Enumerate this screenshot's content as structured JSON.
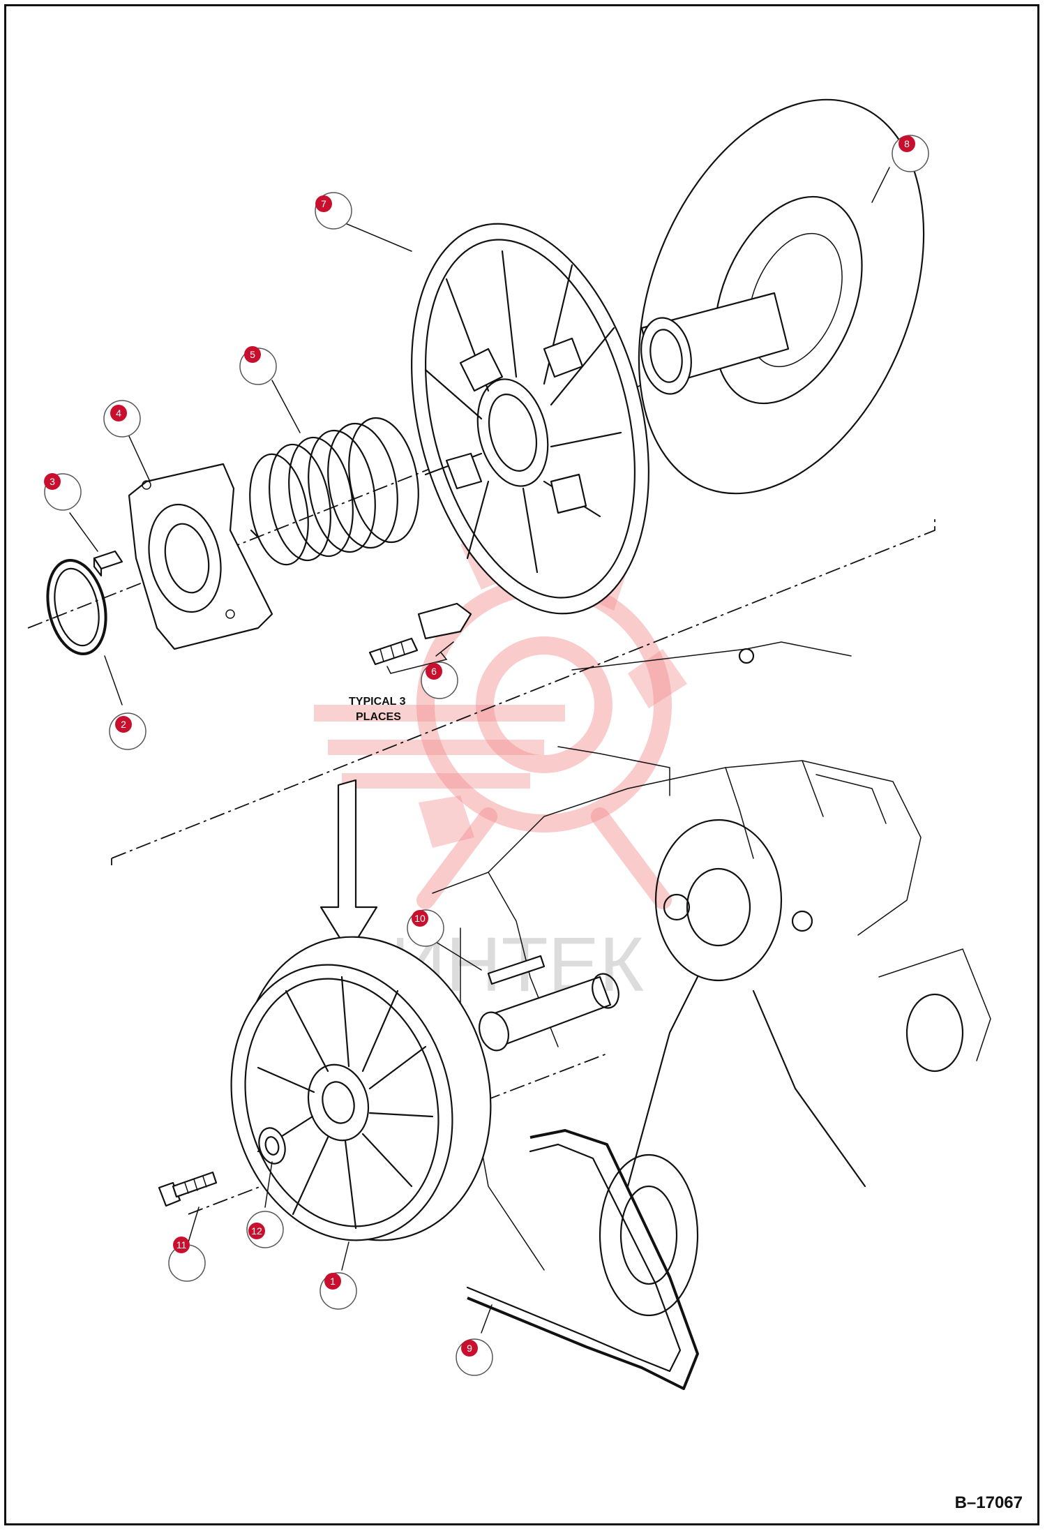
{
  "figure_id": "B–17067",
  "note": {
    "line1": "TYPICAL 3",
    "line2": "PLACES"
  },
  "watermark": {
    "text": "ИНТЕК",
    "color": "#f28b8b"
  },
  "badge_color": "#c8102e",
  "callouts": [
    {
      "num": "1"
    },
    {
      "num": "2"
    },
    {
      "num": "3"
    },
    {
      "num": "4"
    },
    {
      "num": "5"
    },
    {
      "num": "6"
    },
    {
      "num": "7"
    },
    {
      "num": "8"
    },
    {
      "num": "9"
    },
    {
      "num": "10"
    },
    {
      "num": "11"
    },
    {
      "num": "12"
    }
  ]
}
